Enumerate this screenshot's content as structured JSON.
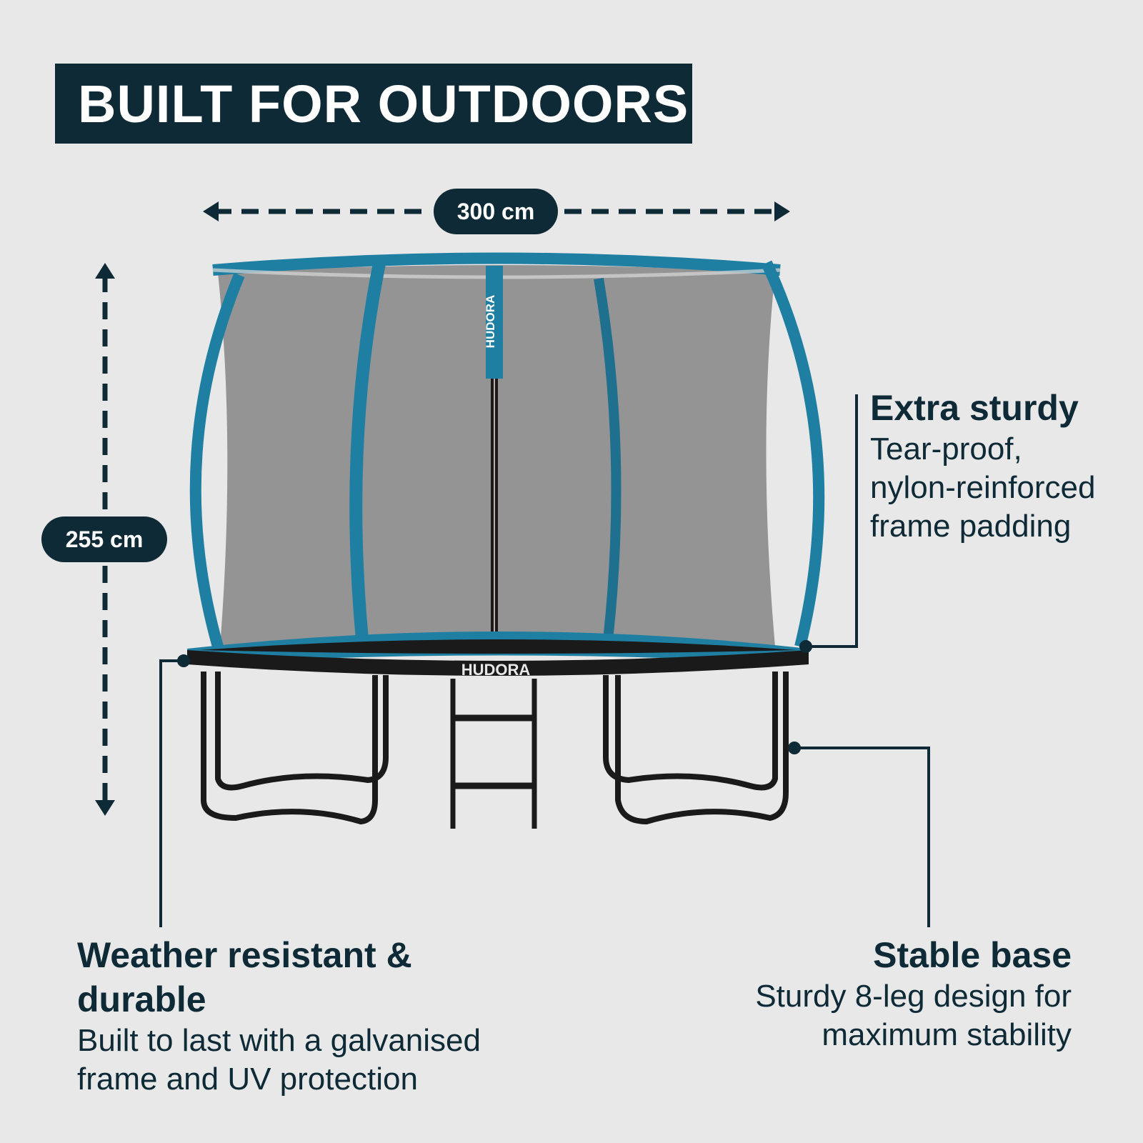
{
  "title": "BUILT FOR OUTDOORS",
  "dimensions": {
    "width_label": "300 cm",
    "height_label": "255 cm"
  },
  "product": {
    "brand": "HUDORA"
  },
  "features": {
    "sturdy": {
      "heading": "Extra sturdy",
      "lines": [
        "Tear-proof,",
        "nylon-reinforced",
        "frame padding"
      ]
    },
    "weather": {
      "heading_lines": [
        "Weather resistant &",
        "durable"
      ],
      "lines": [
        "Built to last with a galvanised",
        "frame and UV protection"
      ]
    },
    "base": {
      "heading": "Stable base",
      "lines": [
        "Sturdy 8-leg design for",
        "maximum stability"
      ]
    }
  },
  "colors": {
    "navy": "#0e2a36",
    "background": "#e8e8e8",
    "pad_blue": "#1f7fa3",
    "net_grey": "#8f8f8f",
    "frame_black": "#1a1a1a"
  }
}
